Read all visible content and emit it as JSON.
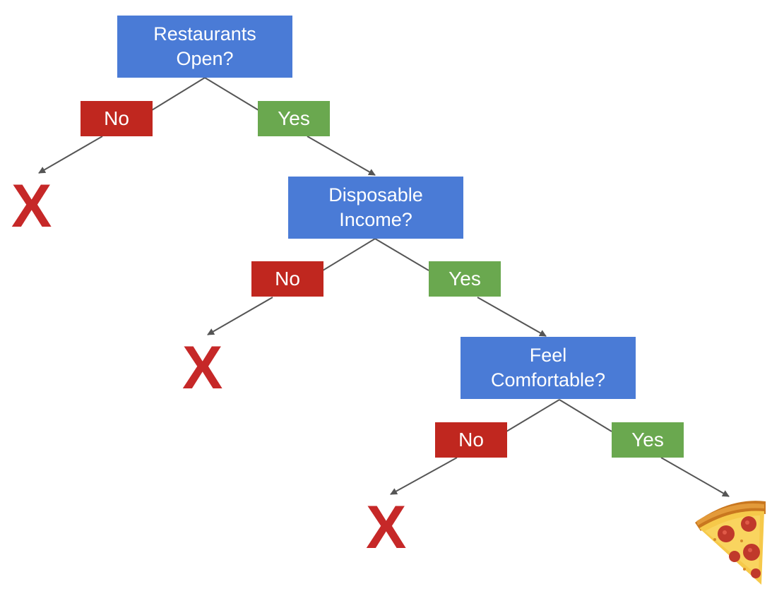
{
  "nodes": {
    "restaurants_open": [
      "Restaurants",
      "Open?"
    ],
    "disposable_income": [
      "Disposable",
      "Income?"
    ],
    "feel_comfortable": [
      "Feel",
      "Comfortable?"
    ]
  },
  "labels": {
    "no": "No",
    "yes": "Yes",
    "x": "X"
  },
  "colors": {
    "node": "#4a7bd6",
    "no": "#c0271f",
    "yes": "#6aa84f",
    "x_mark": "#c62828",
    "edge": "#555555"
  },
  "icons": {
    "final_outcome": "pizza-icon"
  }
}
